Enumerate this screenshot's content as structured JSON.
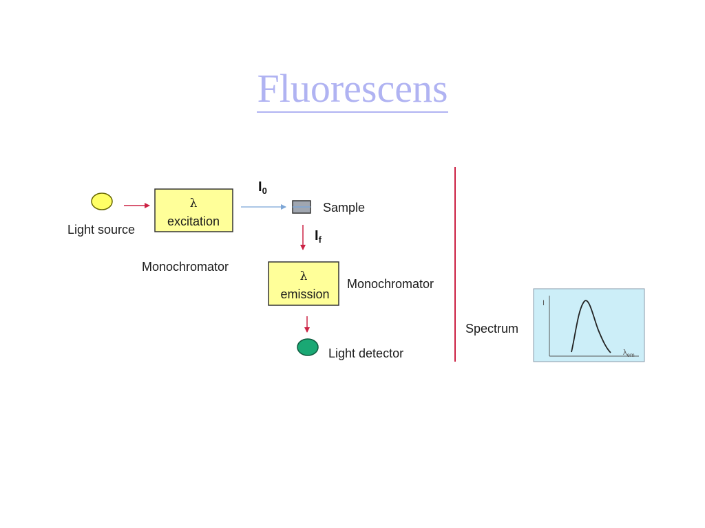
{
  "title": "Fluorescens",
  "diagram": {
    "light_source_label": "Light source",
    "excitation_box": {
      "symbol": "λ",
      "text": "excitation"
    },
    "monochromator_1_label": "Monochromator",
    "i0_label": {
      "main": "I",
      "sub": "0"
    },
    "sample_label": "Sample",
    "if_label": {
      "main": "I",
      "sub": "f"
    },
    "emission_box": {
      "symbol": "λ",
      "text": "emission"
    },
    "monochromator_2_label": "Monochromator",
    "light_detector_label": "Light detector",
    "spectrum_label": "Spectrum",
    "spectrum_plot": {
      "y_axis_label": "I",
      "x_axis_label": {
        "main": "λ",
        "sub": "em"
      }
    }
  },
  "colors": {
    "title": "#b0b3f2",
    "box_fill": "#ffff99",
    "light_source": "#ffff66",
    "detector": "#1aa874",
    "red_arrow": "#cc2244",
    "blue_arrow": "#8fb4dd",
    "spectrum_bg": "#cceef8"
  }
}
